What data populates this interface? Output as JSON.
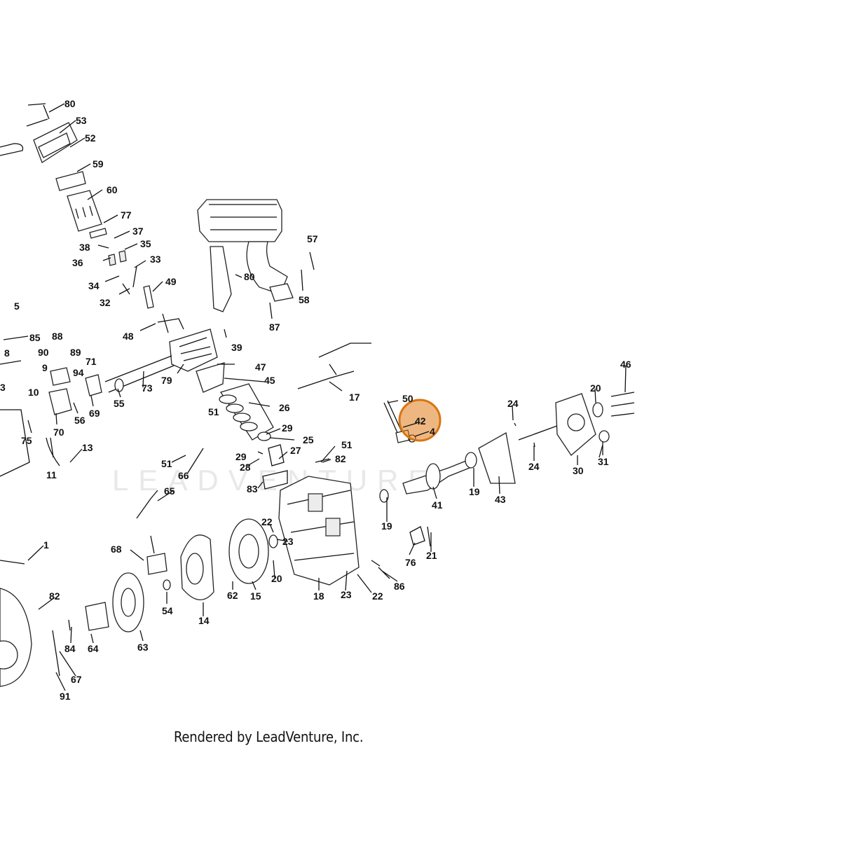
{
  "diagram": {
    "watermark": "LEADVENTURE",
    "credit": "Rendered by LeadVenture, Inc.",
    "highlight_color": "#e07b1a",
    "highlighted_part": "42",
    "callouts": [
      "80",
      "53",
      "52",
      "59",
      "60",
      "77",
      "37",
      "38",
      "35",
      "36",
      "33",
      "34",
      "49",
      "32",
      "5",
      "48",
      "88",
      "85",
      "90",
      "89",
      "71",
      "8",
      "9",
      "94",
      "3",
      "10",
      "39",
      "80",
      "57",
      "58",
      "87",
      "47",
      "45",
      "79",
      "73",
      "55",
      "69",
      "56",
      "70",
      "75",
      "17",
      "26",
      "29",
      "25",
      "51",
      "51",
      "82",
      "27",
      "28",
      "29",
      "50",
      "42",
      "4",
      "24",
      "20",
      "46",
      "66",
      "51",
      "83",
      "65",
      "11",
      "13",
      "68",
      "22",
      "23",
      "20",
      "62",
      "15",
      "14",
      "54",
      "63",
      "64",
      "84",
      "67",
      "91",
      "82",
      "1",
      "18",
      "23",
      "22",
      "41",
      "19",
      "19",
      "43",
      "24",
      "30",
      "31",
      "76",
      "21",
      "86"
    ]
  }
}
